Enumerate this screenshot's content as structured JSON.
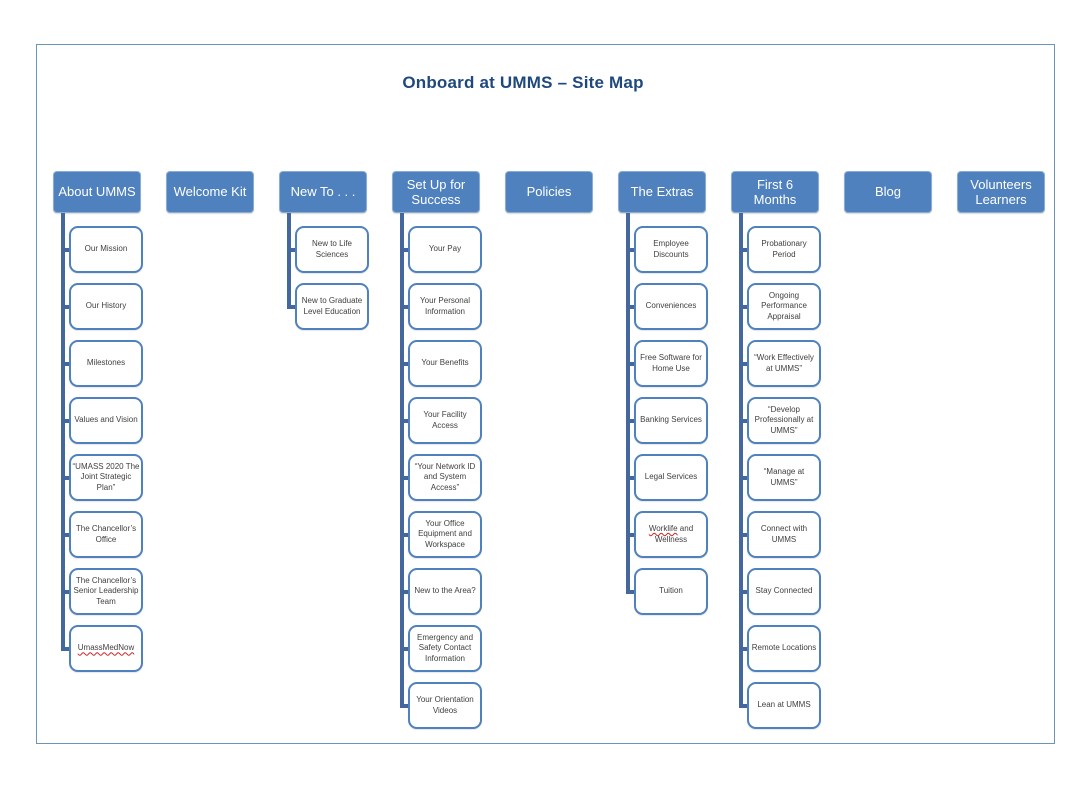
{
  "title": "Onboard at UMMS – Site Map",
  "colors": {
    "title_text": "#1F497D",
    "header_fill": "#4E81BD",
    "child_border": "#4E81BD",
    "connector": "#44689D",
    "frame_border": "#6E96B4",
    "child_text": "#3F3F3F",
    "spellcheck_underline": "#CC2222"
  },
  "columns": [
    {
      "label": "About UMMS",
      "children": [
        {
          "label": "Our Mission"
        },
        {
          "label": "Our History"
        },
        {
          "label": "Milestones"
        },
        {
          "label": "Values and Vision"
        },
        {
          "label": "“UMASS 2020 The Joint Strategic Plan”"
        },
        {
          "label": "The Chancellor’s Office"
        },
        {
          "label": "The Chancellor’s Senior Leadership Team"
        },
        {
          "label": "UmassMedNow",
          "misspelled": "UmassMedNow"
        }
      ]
    },
    {
      "label": "Welcome Kit",
      "children": []
    },
    {
      "label": "New To . . .",
      "children": [
        {
          "label": "New to Life Sciences"
        },
        {
          "label": "New to Graduate Level Education"
        }
      ]
    },
    {
      "label": "Set Up for Success",
      "children": [
        {
          "label": "Your Pay"
        },
        {
          "label": "Your Personal Information"
        },
        {
          "label": "Your Benefits"
        },
        {
          "label": "Your Facility Access"
        },
        {
          "label": "“Your Network ID and System Access”"
        },
        {
          "label": "Your Office Equipment and Workspace"
        },
        {
          "label": "New to the Area?"
        },
        {
          "label": "Emergency and Safety Contact Information"
        },
        {
          "label": "Your Orientation Videos"
        }
      ]
    },
    {
      "label": "Policies",
      "children": []
    },
    {
      "label": "The Extras",
      "children": [
        {
          "label": "Employee Discounts"
        },
        {
          "label": "Conveniences"
        },
        {
          "label": "Free Software for Home Use"
        },
        {
          "label": "Banking Services"
        },
        {
          "label": "Legal Services"
        },
        {
          "label": "Worklife and Wellness",
          "misspelled": "Worklife"
        },
        {
          "label": "Tuition"
        }
      ]
    },
    {
      "label": "First 6 Months",
      "children": [
        {
          "label": "Probationary Period"
        },
        {
          "label": "Ongoing Performance Appraisal"
        },
        {
          "label": "“Work Effectively at UMMS”"
        },
        {
          "label": "“Develop Professionally at UMMS”"
        },
        {
          "label": "“Manage at UMMS”"
        },
        {
          "label": "Connect with UMMS"
        },
        {
          "label": "Stay Connected"
        },
        {
          "label": "Remote Locations"
        },
        {
          "label": "Lean at UMMS"
        }
      ]
    },
    {
      "label": "Blog",
      "children": []
    },
    {
      "label": "Volunteers Learners",
      "children": []
    }
  ]
}
